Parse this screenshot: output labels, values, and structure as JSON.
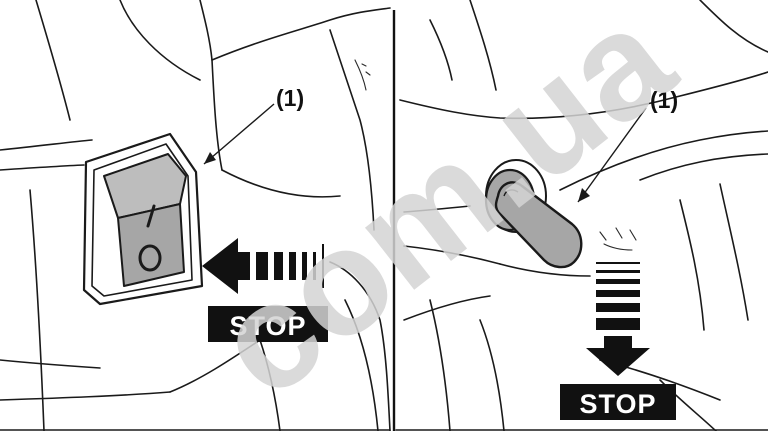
{
  "left_panel": {
    "callout": "(1)",
    "stop_label": "STOP"
  },
  "right_panel": {
    "callout": "(1)",
    "stop_label": "STOP"
  },
  "watermark": {
    "text": "com.ua"
  },
  "colors": {
    "line": "#1a1a1a",
    "switch_fill": "#a6a6a6",
    "switch_top": "#bdbdbd",
    "watermark": "#d4d4d4",
    "label_bg": "#111111",
    "label_text": "#ffffff"
  }
}
